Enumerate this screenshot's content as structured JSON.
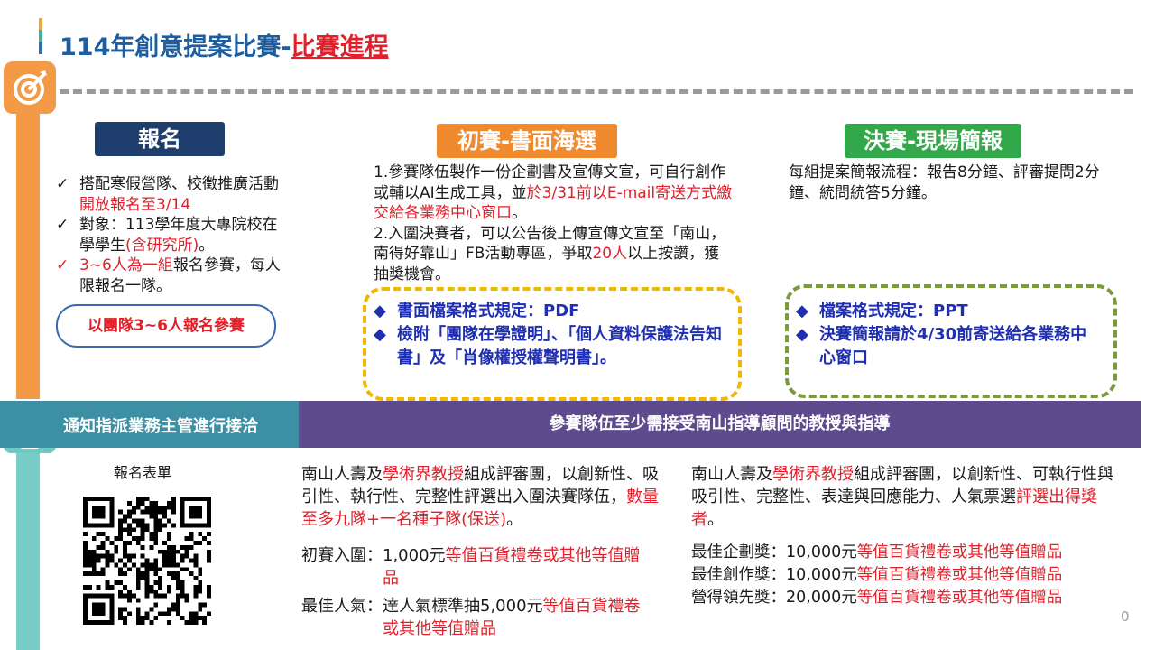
{
  "title": {
    "main": "114年創意提案比賽-",
    "highlight": "比賽進程"
  },
  "reg": {
    "heading": "報名",
    "items": [
      {
        "mark": "✓",
        "pre": "搭配寒假營隊、校徵推廣活動",
        "red": "開放報名至3/14",
        "post": ""
      },
      {
        "mark": "✓",
        "pre": "對象：113學年度大專院校在學學生",
        "red": "(含研究所)",
        "post": "。"
      },
      {
        "mark": "✓",
        "pre": "",
        "red": "3~6人為一組",
        "post": "報名參賽，每人限報名一隊。"
      }
    ],
    "pill": "以團隊3~6人報名參賽"
  },
  "prelim": {
    "heading": "初賽-書面海選",
    "p1_pre": "1.參賽隊伍製作一份企劃書及宣傳文宣，可自行創作或輔以AI生成工具，並",
    "p1_red": "於3/31前以E-mail寄送方式繳交給各業務中心窗口",
    "p1_post": "。",
    "p2_pre": "2.入圍決賽者，可以公告後上傳宣傳文宣至「南山，南得好靠山」FB活動專區，爭取",
    "p2_red": "20人",
    "p2_post": "以上按讚，獲抽獎機會。",
    "box_items": [
      "書面檔案格式規定：PDF",
      "檢附「團隊在學證明」、「個人資料保護法告知書」及「肖像權授權聲明書」。"
    ]
  },
  "final": {
    "heading": "決賽-現場簡報",
    "text": "每組提案簡報流程：報告8分鐘、評審提問2分鐘、統問統答5分鐘。",
    "box_items": [
      "檔案格式規定：PPT",
      "決賽簡報請於4/30前寄送給各業務中心窗口"
    ]
  },
  "band": {
    "left": "通知指派業務主管進行接洽",
    "right": "參賽隊伍至少需接受南山指導顧問的教授與指導"
  },
  "form_label": "報名表單",
  "prelim_bottom": {
    "t_pre": "南山人壽及",
    "t_red1": "學術界教授",
    "t_mid": "組成評審團，以創新性、吸引性、執行性、完整性評選出入圍決賽隊伍，",
    "t_red2": "數量至多九隊+一名種子隊(保送)",
    "t_post": "。",
    "prizes": [
      {
        "label": "初賽入圍：",
        "amt": "1,000元",
        "red": "等值百貨禮卷或其他等值贈品"
      },
      {
        "label": "最佳人氣：",
        "amt": "達人氣標準抽5,000元",
        "red": "等值百貨禮卷或其他等值贈品"
      }
    ]
  },
  "final_bottom": {
    "t_pre": "南山人壽及",
    "t_red1": "學術界教授",
    "t_mid": "組成評審團，以創新性、可執行性與吸引性、完整性、表達與回應能力、人氣票選",
    "t_red2": "評選出得獎者",
    "t_post": "。",
    "prizes": [
      {
        "label": "最佳企劃獎：",
        "amt": "10,000元",
        "red": "等值百貨禮卷或其他等值贈品"
      },
      {
        "label": "最佳創作獎：",
        "amt": "10,000元",
        "red": "等值百貨禮卷或其他等值贈品"
      },
      {
        "label": "營得領先獎：",
        "amt": "20,000元",
        "red": "等值百貨禮卷或其他等值贈品"
      }
    ]
  },
  "page_number": "0"
}
